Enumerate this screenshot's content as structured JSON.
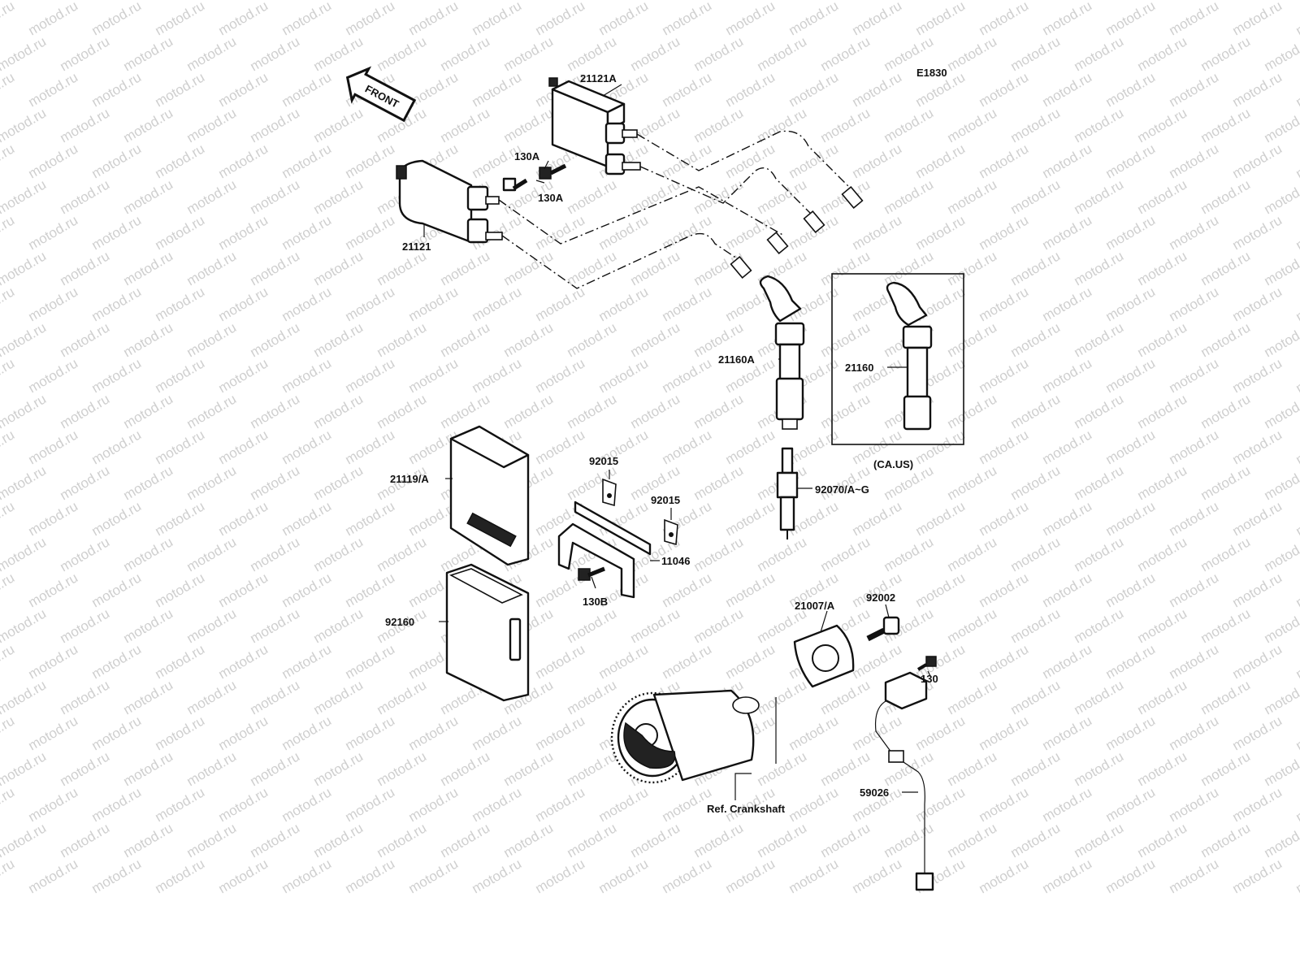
{
  "diagram_code": "E1830",
  "watermark": "motod.ru",
  "front_arrow_label": "FRONT",
  "callouts": {
    "coil_a": "21121A",
    "coil": "21121",
    "bolt_130a_top": "130A",
    "bolt_130a_bottom": "130A",
    "plug_cap_a": "21160A",
    "plug_cap": "21160",
    "region_note": "(CA.US)",
    "igniter": "21119/A",
    "igniter_cover": "92160",
    "clamp_left": "92015",
    "clamp_right": "92015",
    "bracket": "11046",
    "bolt_130b": "130B",
    "spark_plug": "92070/A~G",
    "rotor": "21007/A",
    "rotor_bolt": "92002",
    "pickup_bolt": "130",
    "pickup_coil": "59026",
    "crankshaft_ref": "Ref. Crankshaft"
  }
}
